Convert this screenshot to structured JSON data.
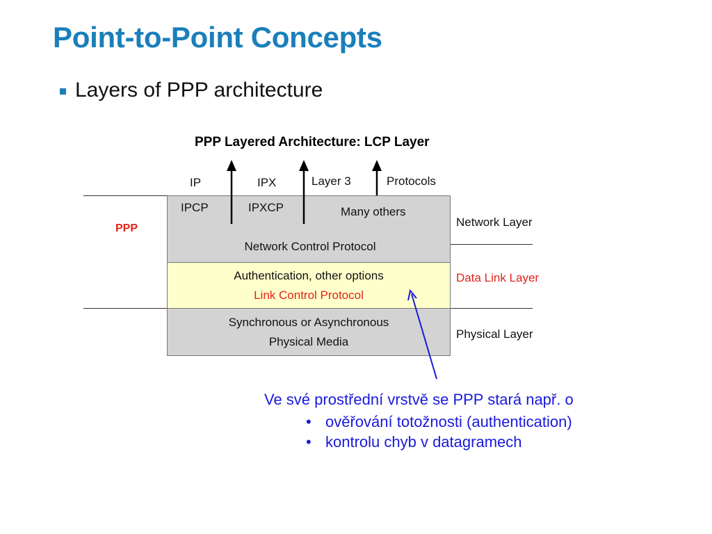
{
  "slide": {
    "title": "Point-to-Point Concepts",
    "bullet": "Layers of PPP architecture"
  },
  "diagram": {
    "title": "PPP Layered Architecture: LCP Layer",
    "top_labels": [
      "IP",
      "IPX",
      "Layer 3",
      "Protocols"
    ],
    "ncp": {
      "items": [
        "IPCP",
        "IPXCP",
        "Many others"
      ],
      "name": "Network Control Protocol"
    },
    "lcp": {
      "line1": "Authentication, other options",
      "line2": "Link Control Protocol"
    },
    "physical": {
      "line1": "Synchronous or Asynchronous",
      "line2": "Physical Media"
    },
    "left_label": "PPP",
    "layers": {
      "network": "Network Layer",
      "datalink": "Data Link Layer",
      "physical": "Physical Layer"
    }
  },
  "note": {
    "text": "Ve své prostřední vrstvě se PPP stará např. o",
    "items": [
      "ověřování totožnosti (authentication)",
      "kontrolu chyb v datagramech"
    ]
  },
  "colors": {
    "title": "#1a7fba",
    "gray_box": "#d3d3d3",
    "yellow_box": "#ffffcc",
    "red_text": "#e2231a",
    "note_blue": "#1a1adb"
  }
}
